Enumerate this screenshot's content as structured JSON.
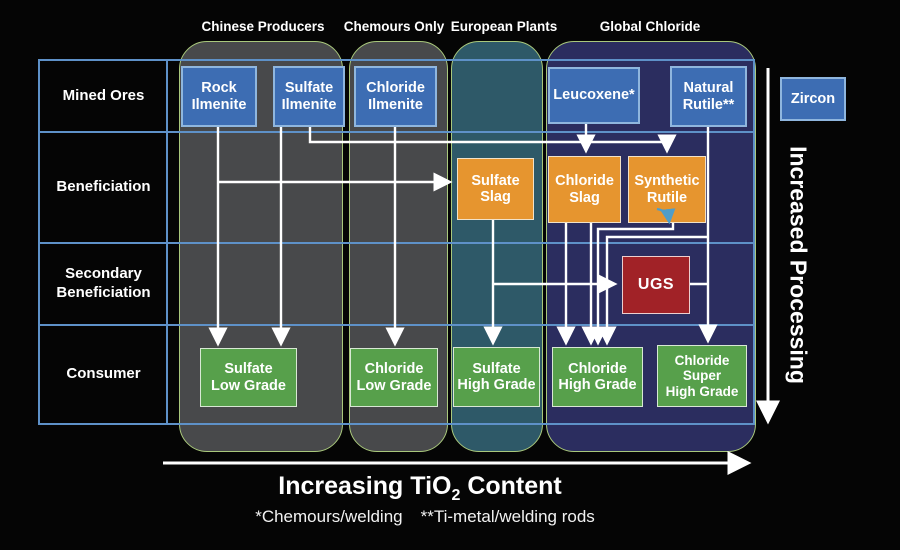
{
  "column_groups": [
    {
      "id": "chinese",
      "label": "Chinese Producers"
    },
    {
      "id": "chemours",
      "label": "Chemours Only"
    },
    {
      "id": "european",
      "label": "European Plants"
    },
    {
      "id": "global",
      "label": "Global Chloride"
    }
  ],
  "rows": [
    {
      "label": "Mined Ores"
    },
    {
      "label": "Beneficiation"
    },
    {
      "label": "Secondary\nBeneficiation"
    },
    {
      "label": "Consumer"
    }
  ],
  "nodes": {
    "rock_ilmenite": {
      "label": "Rock\nIlmenite",
      "type": "mined-ore"
    },
    "sulfate_ilmenite": {
      "label": "Sulfate\nIlmenite",
      "type": "mined-ore"
    },
    "chloride_ilmenite": {
      "label": "Chloride\nIlmenite",
      "type": "mined-ore"
    },
    "leucoxene": {
      "label": "Leucoxene*",
      "type": "mined-ore"
    },
    "natural_rutile": {
      "label": "Natural\nRutile**",
      "type": "mined-ore"
    },
    "zircon": {
      "label": "Zircon",
      "type": "mined-ore"
    },
    "sulfate_slag": {
      "label": "Sulfate\nSlag",
      "type": "beneficiation"
    },
    "chloride_slag": {
      "label": "Chloride\nSlag",
      "type": "beneficiation"
    },
    "synthetic_rutile": {
      "label": "Synthetic\nRutile",
      "type": "beneficiation"
    },
    "ugs": {
      "label": "UGS",
      "type": "secondary-beneficiation"
    },
    "sulfate_low_grade": {
      "label": "Sulfate\nLow Grade",
      "type": "consumer"
    },
    "chloride_low_grade": {
      "label": "Chloride\nLow Grade",
      "type": "consumer"
    },
    "sulfate_high_grade": {
      "label": "Sulfate\nHigh Grade",
      "type": "consumer"
    },
    "chloride_high_grade": {
      "label": "Chloride\nHigh Grade",
      "type": "consumer"
    },
    "chloride_super_high_grade": {
      "label": "Chloride\nSuper\nHigh Grade",
      "type": "consumer"
    }
  },
  "edges": [
    {
      "from": "rock_ilmenite",
      "to": "sulfate_slag"
    },
    {
      "from": "rock_ilmenite",
      "to": "sulfate_low_grade"
    },
    {
      "from": "sulfate_ilmenite",
      "to": "sulfate_low_grade"
    },
    {
      "from": "sulfate_ilmenite",
      "to": "synthetic_rutile"
    },
    {
      "from": "chloride_ilmenite",
      "to": "chloride_low_grade"
    },
    {
      "from": "leucoxene",
      "to": "chloride_slag"
    },
    {
      "from": "natural_rutile",
      "to": "chloride_high_grade"
    },
    {
      "from": "natural_rutile",
      "to": "chloride_super_high_grade"
    },
    {
      "from": "sulfate_slag",
      "to": "sulfate_high_grade"
    },
    {
      "from": "sulfate_slag",
      "to": "ugs"
    },
    {
      "from": "chloride_slag",
      "to": "chloride_high_grade"
    },
    {
      "from": "synthetic_rutile",
      "to": "chloride_high_grade"
    },
    {
      "from": "ugs",
      "to": "chloride_super_high_grade"
    }
  ],
  "axes": {
    "right_label": "Increased Processing",
    "bottom_title": {
      "prefix": "Increasing TiO",
      "subscript": "2",
      "suffix": " Content"
    },
    "footnotes": [
      "*Chemours/welding",
      "**Ti-metal/welding rods"
    ]
  },
  "colors": {
    "ore_blue": "#3d6db3",
    "ore_border": "#8fb6de",
    "beneficiation_orange": "#e6952f",
    "ugs_red": "#a12227",
    "product_green": "#57a04b",
    "group_gray": "#48494b",
    "group_teal": "#2e5968",
    "group_navy": "#2b2d5f",
    "group_border_green": "#a9c87c",
    "grid_blue": "#5e91c8",
    "connector_white": "#ffffff",
    "stray_arrow_blue": "#4f9dc8",
    "background": "#050505"
  }
}
